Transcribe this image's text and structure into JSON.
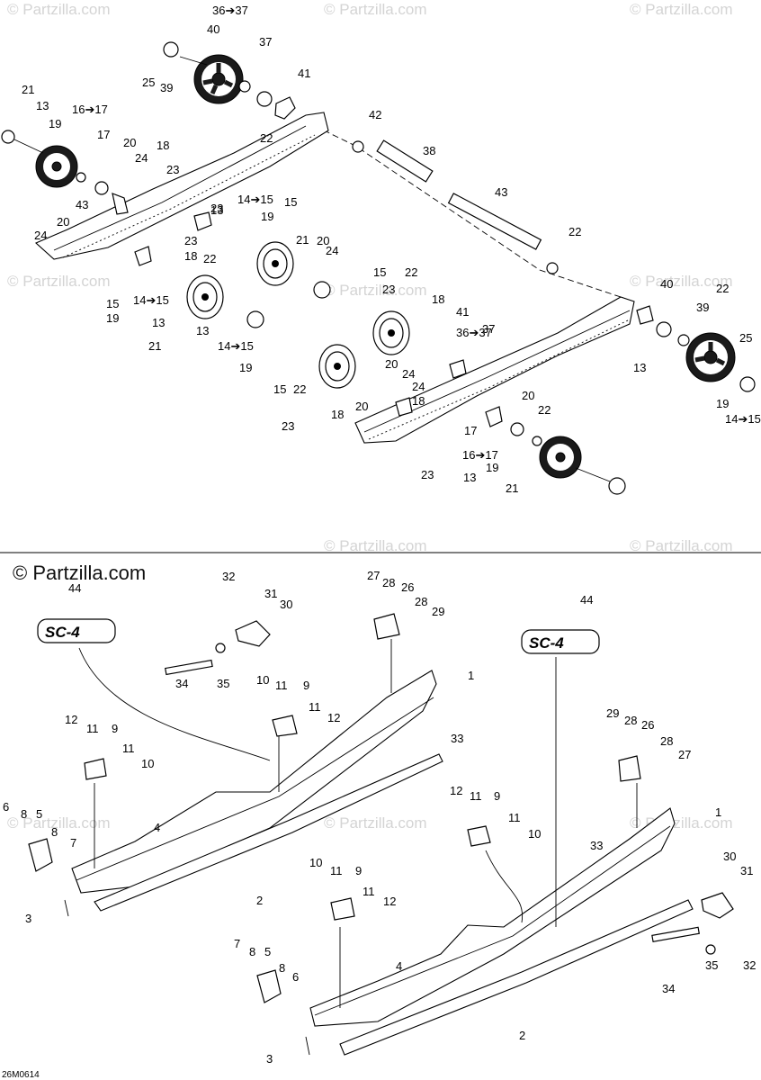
{
  "watermark": "© Partzilla.com",
  "brand_watermark": "© Partzilla.com",
  "drawing_code": "26M0614",
  "logo_text": "SC-4",
  "callouts": {
    "top": [
      "36➔37",
      "40",
      "37",
      "25",
      "39",
      "41",
      "21",
      "13",
      "19",
      "16➔17",
      "17",
      "22",
      "20",
      "18",
      "24",
      "23",
      "43",
      "42",
      "38",
      "43",
      "22",
      "14➔15",
      "15",
      "19",
      "13",
      "21",
      "20",
      "24",
      "20",
      "24",
      "23",
      "18",
      "22",
      "23",
      "15",
      "14➔15",
      "19",
      "13",
      "21",
      "13",
      "14➔15",
      "19",
      "15",
      "22",
      "23",
      "18",
      "41",
      "36➔37",
      "37",
      "40",
      "22",
      "39",
      "25",
      "13",
      "19",
      "14➔15",
      "15",
      "22",
      "23",
      "18",
      "20",
      "20",
      "24",
      "24",
      "20",
      "18",
      "22",
      "23",
      "17",
      "16➔17",
      "19",
      "13",
      "21"
    ],
    "bottom": [
      "32",
      "31",
      "30",
      "27",
      "28",
      "26",
      "28",
      "29",
      "44",
      "35",
      "34",
      "1",
      "10",
      "11",
      "9",
      "11",
      "12",
      "33",
      "12",
      "11",
      "9",
      "11",
      "10",
      "6",
      "8",
      "5",
      "8",
      "7",
      "4",
      "3",
      "2",
      "44",
      "29",
      "28",
      "26",
      "28",
      "27",
      "12",
      "11",
      "9",
      "11",
      "10",
      "33",
      "1",
      "10",
      "11",
      "9",
      "11",
      "12",
      "30",
      "31",
      "7",
      "8",
      "5",
      "8",
      "6",
      "4",
      "35",
      "32",
      "34",
      "3",
      "2"
    ]
  }
}
